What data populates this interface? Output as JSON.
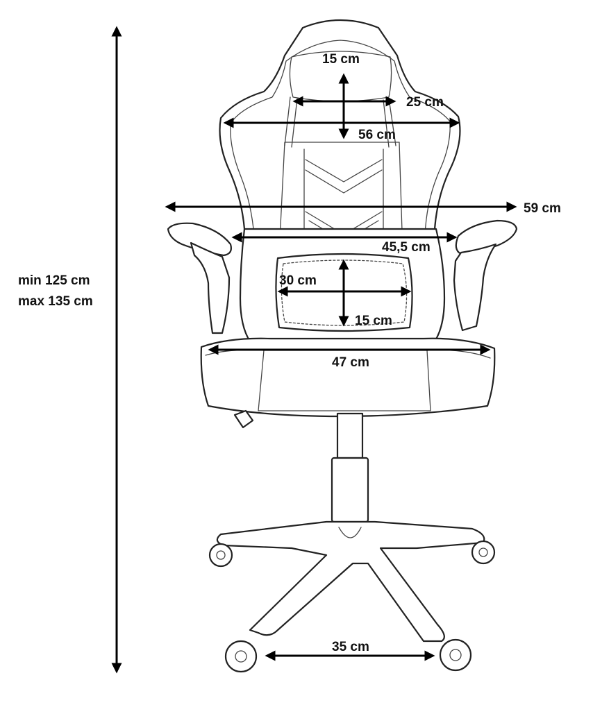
{
  "diagram": {
    "line_color": "#000000",
    "background": "#ffffff",
    "dimensions": {
      "headrest_height": "15 cm",
      "headrest_width": "25 cm",
      "backrest_top_width": "56 cm",
      "total_width": "59 cm",
      "backrest_lower_width": "45,5 cm",
      "lumbar_width": "30 cm",
      "lumbar_height": "15 cm",
      "seat_width": "47 cm",
      "wheel_spacing": "35 cm",
      "height_min": "min 125 cm",
      "height_max": "max 135 cm"
    }
  }
}
